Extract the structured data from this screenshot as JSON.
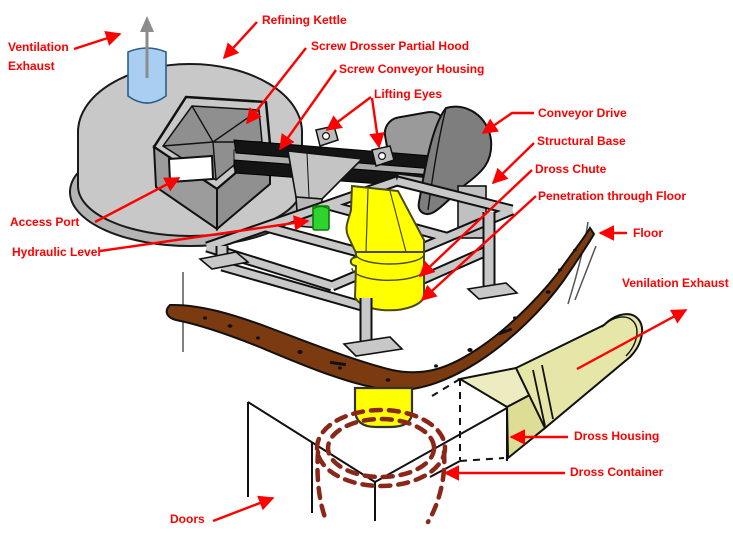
{
  "diagram": {
    "labels": {
      "ventilation_exhaust": "Ventilation Exhaust",
      "refining_kettle": "Refining Kettle",
      "screw_drosser_partial_hood": "Screw Drosser Partial Hood",
      "screw_conveyor_housing": "Screw Conveyor Housing",
      "lifting_eyes": "Lifting Eyes",
      "conveyor_drive": "Conveyor Drive",
      "structural_base": "Structural Base",
      "dross_chute": "Dross Chute",
      "penetration_through_floor": "Penetration through Floor",
      "floor": "Floor",
      "venilation_exhaust": "Venilation Exhaust",
      "access_port": "Access Port",
      "hydraulic_level": "Hydraulic Level",
      "dross_housing": "Dross Housing",
      "dross_container": "Dross Container",
      "doors": "Doors"
    },
    "colors": {
      "label_red": "#FF0000",
      "kettle_gray": "#C8C8C8",
      "kettle_skirt_gray": "#B4B4B4",
      "hood_dark_gray": "#8F8F8F",
      "vent_blue": "#A9CEF2",
      "conveyor_black": "#111111",
      "drive_gray": "#7E7E7E",
      "frame_gray": "#C8C8C8",
      "chute_yellow": "#FFFF00",
      "hydraulic_green": "#2FD32F",
      "floor_brown": "#7B3A0F",
      "container_maroon": "#8B2718",
      "housing_tan": "#E6E6A8",
      "background": "#FFFFFF"
    }
  }
}
